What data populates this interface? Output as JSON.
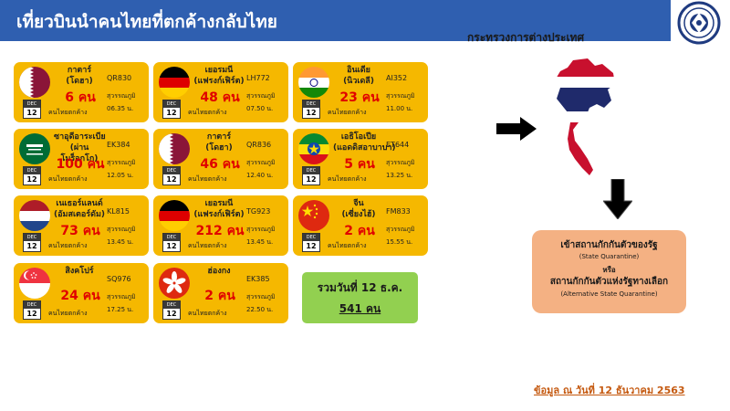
{
  "header": {
    "title": "เที่ยวบินนำคนไทยที่ตกค้างกลับไทย",
    "ministry": "กระทรวงการต่างประเทศ"
  },
  "colors": {
    "header_bar": "#2f5fb0",
    "card": "#f5b800",
    "count_text": "#e00000",
    "total_box": "#92d050",
    "quarantine_box": "#f4b183",
    "source_text": "#c55a11"
  },
  "calendar": {
    "month": "DEC",
    "day": "12"
  },
  "passenger_label": "คนไทยตกค้าง",
  "cards": [
    {
      "flag": "qatar-flag",
      "country_line1": "กาตาร์",
      "country_line2": "(โดฮา)",
      "count": "6 คน",
      "flight": "QR830",
      "airport": "สุวรรณภูมิ",
      "time": "06.35 น."
    },
    {
      "flag": "germany-flag",
      "country_line1": "เยอรมนี",
      "country_line2": "(แฟรงก์เฟิร์ต)",
      "count": "48 คน",
      "flight": "LH772",
      "airport": "สุวรรณภูมิ",
      "time": "07.50 น."
    },
    {
      "flag": "india-flag",
      "country_line1": "อินเดีย",
      "country_line2": "(นิวเดลี)",
      "count": "23 คน",
      "flight": "AI352",
      "airport": "สุวรรณภูมิ",
      "time": "11.00 น."
    },
    {
      "flag": "saudi-arabia-flag",
      "country_line1": "ซาอุดีอาระเบีย",
      "country_line2": "(ผ่านโมร็อกโก)",
      "count": "100 คน",
      "flight": "EK384",
      "airport": "สุวรรณภูมิ",
      "time": "12.05 น."
    },
    {
      "flag": "qatar-flag",
      "country_line1": "กาตาร์",
      "country_line2": "(โดฮา)",
      "count": "46 คน",
      "flight": "QR836",
      "airport": "สุวรรณภูมิ",
      "time": "12.40 น."
    },
    {
      "flag": "ethiopia-flag",
      "country_line1": "เอธิโอเปีย",
      "country_line2": "(แอดดิสอาบาบา)",
      "count": "5 คน",
      "flight": "ET644",
      "airport": "สุวรรณภูมิ",
      "time": "13.25 น."
    },
    {
      "flag": "netherlands-flag",
      "country_line1": "เนเธอร์แลนด์",
      "country_line2": "(อัมสเตอร์ดัม)",
      "count": "73 คน",
      "flight": "KL815",
      "airport": "สุวรรณภูมิ",
      "time": "13.45 น."
    },
    {
      "flag": "germany-flag",
      "country_line1": "เยอรมนี",
      "country_line2": "(แฟรงก์เฟิร์ต)",
      "count": "212 คน",
      "flight": "TG923",
      "airport": "สุวรรณภูมิ",
      "time": "13.45 น."
    },
    {
      "flag": "china-flag",
      "country_line1": "จีน",
      "country_line2": "(เซี่ยงไฮ้)",
      "count": "2 คน",
      "flight": "FM833",
      "airport": "สุวรรณภูมิ",
      "time": "15.55 น."
    },
    {
      "flag": "singapore-flag",
      "country_line1": "สิงคโปร์",
      "country_line2": "",
      "count": "24 คน",
      "flight": "SQ976",
      "airport": "สุวรรณภูมิ",
      "time": "17.25 น."
    },
    {
      "flag": "hong-kong-flag",
      "country_line1": "ฮ่องกง",
      "country_line2": "",
      "count": "2 คน",
      "flight": "EK385",
      "airport": "สุวรรณภูมิ",
      "time": "22.50 น."
    }
  ],
  "total": {
    "label": "รวมวันที่ 12 ธ.ค.",
    "value": "541 คน"
  },
  "quarantine": {
    "line1": "เข้าสถานกักกันตัวของรัฐ",
    "line2": "(State Quarantine)",
    "line3": "หรือ",
    "line4": "สถานกักกันตัวแห่งรัฐทางเลือก",
    "line5": "(Alternative State Quarantine)"
  },
  "source": "ข้อมูล ณ วันที่ 12 ธันวาคม 2563"
}
